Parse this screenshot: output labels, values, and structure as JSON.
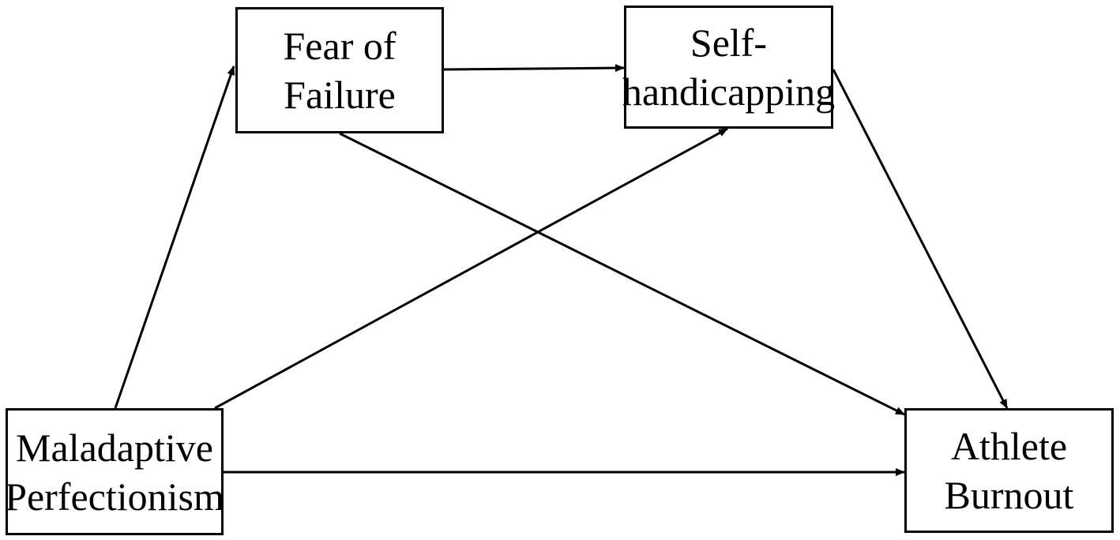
{
  "diagram": {
    "nodes": {
      "fear_of_failure": {
        "line1": "Fear of",
        "line2": "Failure"
      },
      "self_handicapping": {
        "line1": "Self-",
        "line2": "handicapping"
      },
      "maladaptive_perfectionism": {
        "line1": "Maladaptive",
        "line2": "Perfectionism"
      },
      "athlete_burnout": {
        "line1": "Athlete",
        "line2": "Burnout"
      }
    },
    "edges": [
      {
        "from": "maladaptive_perfectionism",
        "to": "fear_of_failure"
      },
      {
        "from": "maladaptive_perfectionism",
        "to": "self_handicapping"
      },
      {
        "from": "maladaptive_perfectionism",
        "to": "athlete_burnout"
      },
      {
        "from": "fear_of_failure",
        "to": "self_handicapping"
      },
      {
        "from": "fear_of_failure",
        "to": "athlete_burnout"
      },
      {
        "from": "self_handicapping",
        "to": "athlete_burnout"
      }
    ],
    "colors": {
      "line": "#000000",
      "box_border": "#000000",
      "background": "#ffffff"
    }
  }
}
